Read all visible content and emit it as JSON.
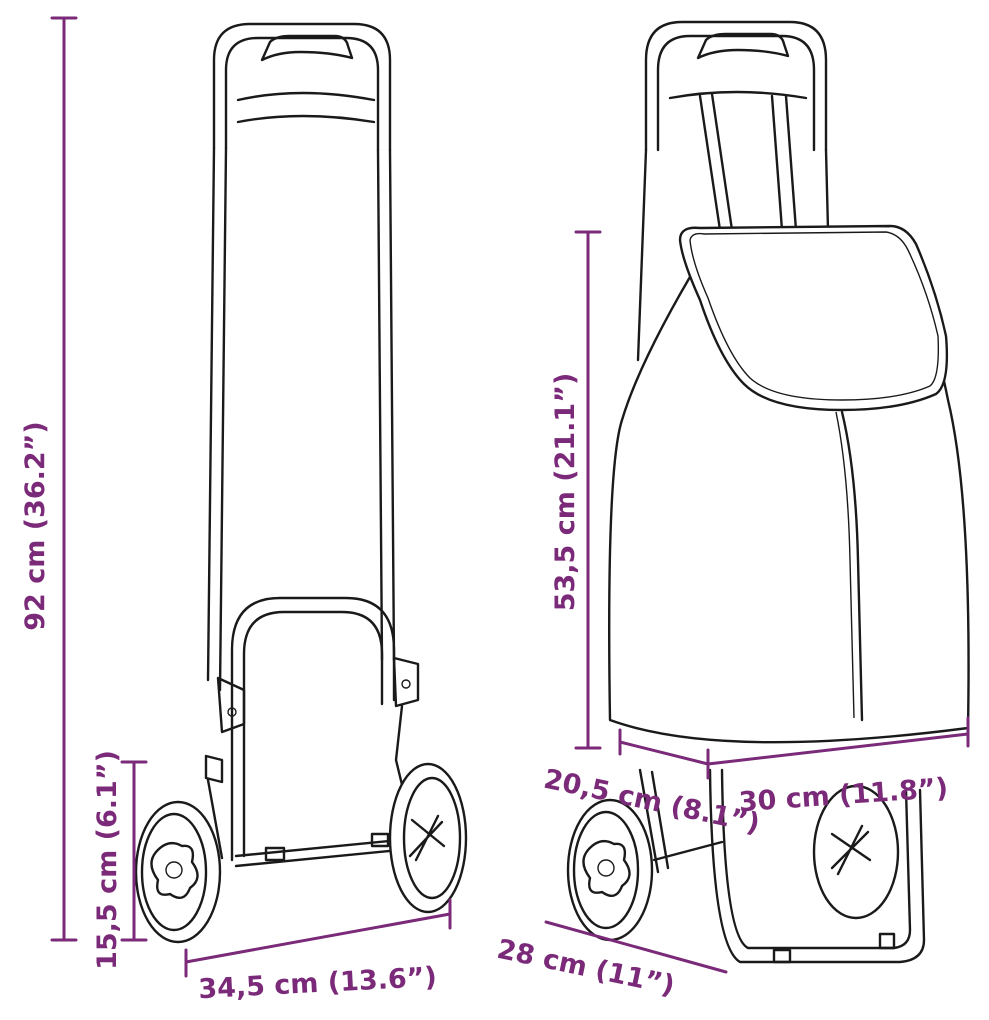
{
  "dimensions": {
    "total_height": "92 cm (36.2”)",
    "wheel_height": "15,5 cm (6.1”)",
    "frame_width": "34,5 cm (13.6”)",
    "bag_height": "53,5 cm (21.1”)",
    "bag_depth": "20,5 cm (8.1”)",
    "bag_width": "30 cm (11.8”)",
    "base_depth": "28 cm (11”)"
  },
  "colors": {
    "dimension": "#7a2a78",
    "outline": "#1a1a1a",
    "background": "#ffffff"
  }
}
